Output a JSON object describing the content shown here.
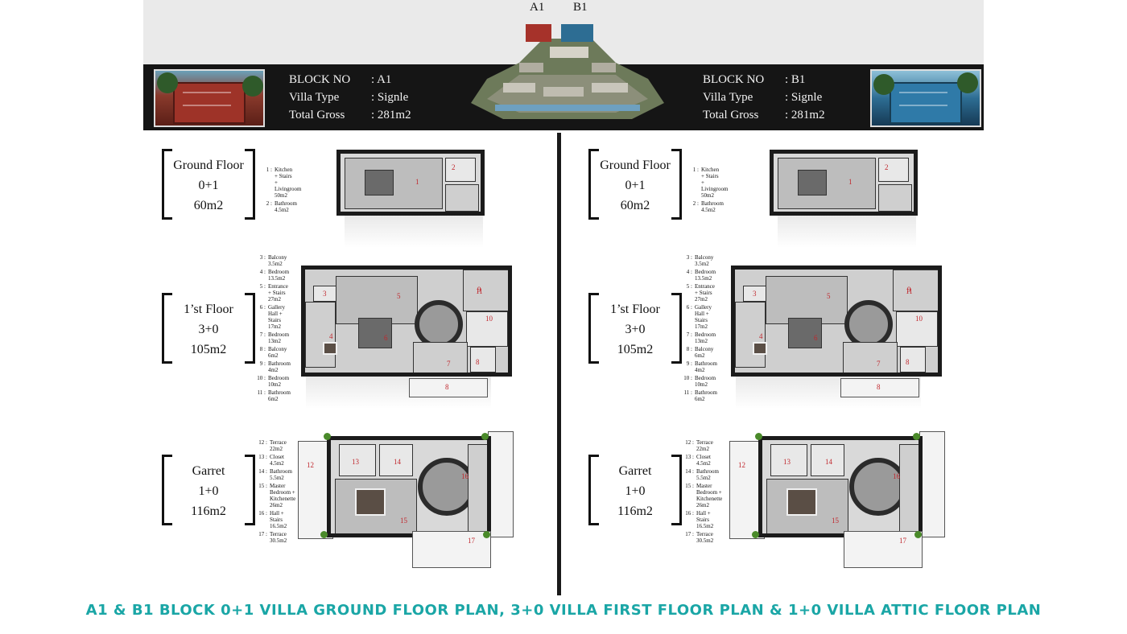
{
  "header": {
    "block_a_marker": "A1",
    "block_b_marker": "B1",
    "left": {
      "block_key": "BLOCK NO",
      "block_val": ": A1",
      "type_key": "Villa Type",
      "type_val": ": Signle",
      "gross_key": "Total Gross",
      "gross_val": ": 281m2"
    },
    "right": {
      "block_key": "BLOCK NO",
      "block_val": ": B1",
      "type_key": "Villa Type",
      "type_val": ": Signle",
      "gross_key": "Total Gross",
      "gross_val": ": 281m2"
    }
  },
  "floors": {
    "ground": {
      "name": "Ground Floor",
      "rooms": "0+1",
      "area": "60m2"
    },
    "first": {
      "name": "1’st Floor",
      "rooms": "3+0",
      "area": "105m2"
    },
    "garret": {
      "name": "Garret",
      "rooms": "1+0",
      "area": "116m2"
    }
  },
  "legends": {
    "ground": [
      {
        "n": "1 :",
        "t": "Kitchen\n+ Stairs\n+ Livingroom\n50m2"
      },
      {
        "n": "2 :",
        "t": "Bathroom\n4.5m2"
      }
    ],
    "first": [
      {
        "n": "3 :",
        "t": "Balcony\n3.5m2"
      },
      {
        "n": "4 :",
        "t": "Bedroom\n13.5m2"
      },
      {
        "n": "5 :",
        "t": "Entrance\n+ Stairs\n27m2"
      },
      {
        "n": "6 :",
        "t": "Gallery\nHall +\nStairs\n17m2"
      },
      {
        "n": "7 :",
        "t": "Bedroom\n13m2"
      },
      {
        "n": "8 :",
        "t": "Balcony\n6m2"
      },
      {
        "n": "9 :",
        "t": "Bathroom\n4m2"
      },
      {
        "n": "10 :",
        "t": "Bedroom\n10m2"
      },
      {
        "n": "11 :",
        "t": "Bathroom\n6m2"
      }
    ],
    "garret": [
      {
        "n": "12 :",
        "t": "Terrace\n22m2"
      },
      {
        "n": "13 :",
        "t": "Closet\n4.5m2"
      },
      {
        "n": "14 :",
        "t": "Bathroom\n5.5m2"
      },
      {
        "n": "15 :",
        "t": "Master\nBedroom +\nKitchenette\n26m2"
      },
      {
        "n": "16 :",
        "t": "Hall +\nStairs\n16.5m2"
      },
      {
        "n": "17 :",
        "t": "Terrace\n30.5m2"
      }
    ]
  },
  "plan_numbers": {
    "ground": [
      "1",
      "2"
    ],
    "first": [
      "3",
      "4",
      "5",
      "6",
      "7",
      "8",
      "9",
      "10",
      "11"
    ],
    "garret": [
      "12",
      "13",
      "14",
      "15",
      "16",
      "17"
    ]
  },
  "footer": "A1 & B1 BLOCK 0+1 VILLA GROUND FLOOR PLAN, 3+0 VILLA FIRST FLOOR PLAN & 1+0 VILLA ATTIC FLOOR PLAN",
  "colors": {
    "footer": "#1aa6a6",
    "room_number": "#c0272d",
    "header_bar": "#151515"
  }
}
